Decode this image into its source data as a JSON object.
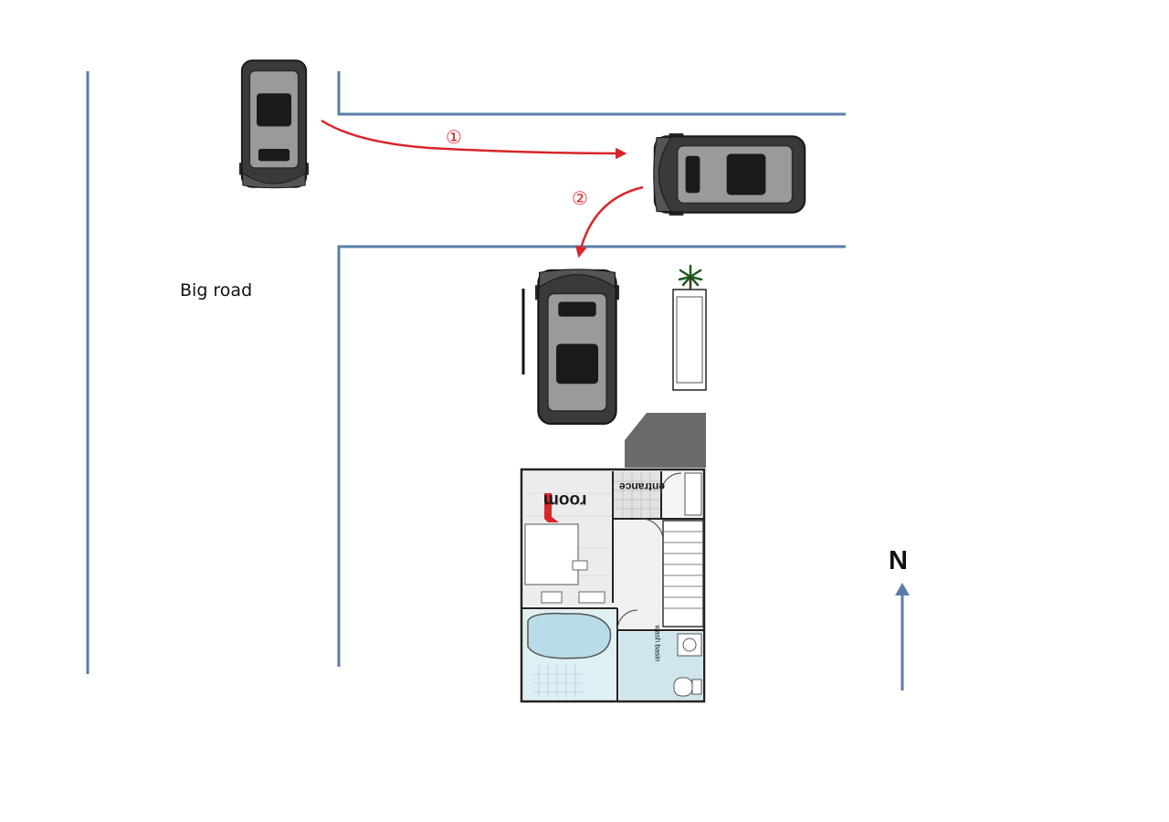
{
  "labels": {
    "big_road": "Big road",
    "north": "N",
    "step_1": "①",
    "step_2": "②",
    "room_name": "room",
    "room_number": "1",
    "entrance": "entrance",
    "wash_basin": "wash basin"
  },
  "colors": {
    "road_line": "#5b7ea8",
    "route_arrow": "#d8262a",
    "north_arrow": "#5b7ea8",
    "car_body": "#3a3a3a",
    "car_roof": "#9a9a9a",
    "bath_water": "#cfe6ee",
    "floor": "#eeeeee",
    "stair_landing": "#6a6a6a"
  },
  "icons": [
    "car-icon",
    "palm-plant-icon",
    "north-arrow-icon"
  ]
}
